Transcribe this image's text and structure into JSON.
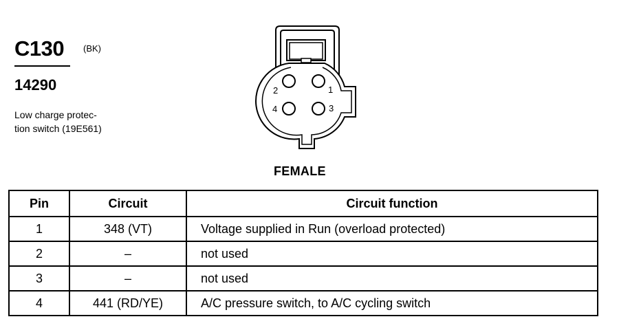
{
  "connector": {
    "id": "C130",
    "color": "(BK)",
    "part_number": "14290",
    "description_lines": [
      "Low charge protec-",
      "tion switch (19E561)"
    ],
    "gender": "FEMALE",
    "pin_labels": [
      "1",
      "2",
      "3",
      "4"
    ]
  },
  "table": {
    "headers": [
      "Pin",
      "Circuit",
      "Circuit function"
    ],
    "rows": [
      {
        "pin": "1",
        "circuit": "348 (VT)",
        "function": "Voltage supplied in Run (overload protected)"
      },
      {
        "pin": "2",
        "circuit": "–",
        "function": "not used"
      },
      {
        "pin": "3",
        "circuit": "–",
        "function": "not used"
      },
      {
        "pin": "4",
        "circuit": "441 (RD/YE)",
        "function": "A/C pressure switch, to A/C cycling switch"
      }
    ]
  }
}
